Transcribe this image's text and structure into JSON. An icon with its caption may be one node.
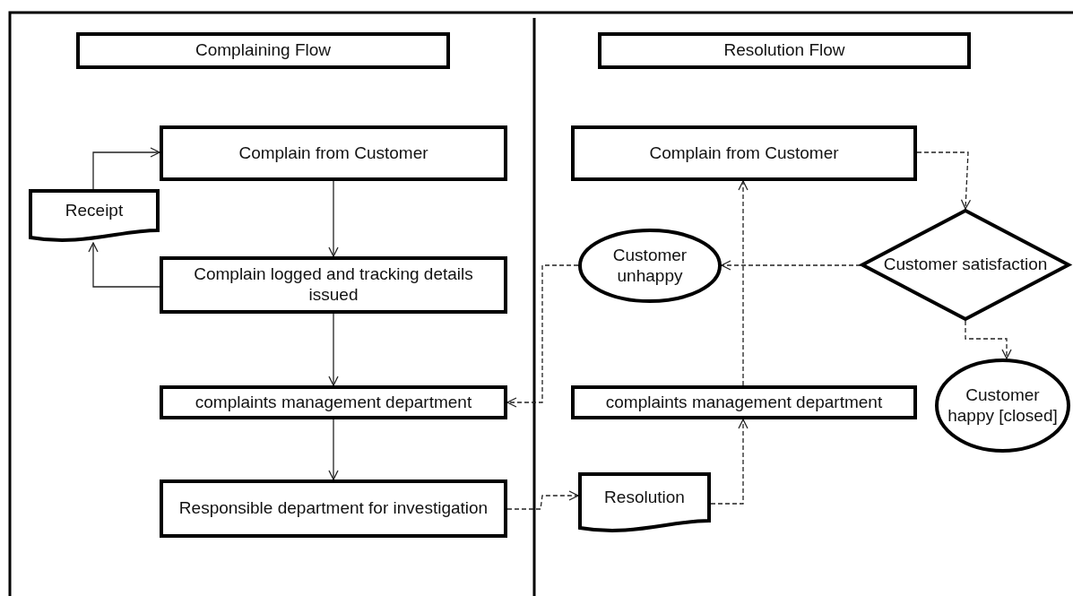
{
  "diagram": {
    "nodes": [
      {
        "text": [
          "Complaining Flow"
        ]
      },
      {
        "text": [
          "Resolution Flow"
        ]
      },
      {
        "text": [
          "Complain from  Customer"
        ]
      },
      {
        "text": [
          "Receipt"
        ]
      },
      {
        "text": [
          "Complain logged and tracking details issued"
        ]
      },
      {
        "text": [
          "complaints management  department"
        ]
      },
      {
        "text": [
          "Responsible department for investigation"
        ]
      },
      {
        "text": [
          "Complain from  Customer"
        ]
      },
      {
        "text": [
          "Customer unhappy"
        ]
      },
      {
        "text": [
          "Customer satisfaction"
        ]
      },
      {
        "text": [
          "complaints management  department"
        ]
      },
      {
        "text": [
          "Customer happy [closed]"
        ]
      },
      {
        "text": [
          "Resolution"
        ]
      }
    ],
    "edges": [
      {
        "from": 2,
        "to": 4,
        "arrow": "to"
      },
      {
        "from": 4,
        "to": 3,
        "arrow": "to"
      },
      {
        "from": 3,
        "to": 2,
        "arrow": "to"
      },
      {
        "from": 4,
        "to": 5,
        "arrow": "to"
      },
      {
        "from": 5,
        "to": 6,
        "arrow": "to"
      },
      {
        "from": 6,
        "to": 12,
        "arrow": "to",
        "style": "dashed"
      },
      {
        "from": 12,
        "to": 10,
        "arrow": "to",
        "style": "dashed"
      },
      {
        "from": 10,
        "to": 7,
        "arrow": "to",
        "style": "dashed"
      },
      {
        "from": 7,
        "to": 9,
        "arrow": "to",
        "style": "dashed"
      },
      {
        "from": 9,
        "to": 8,
        "arrow": "to",
        "style": "dashed"
      },
      {
        "from": 9,
        "to": 11,
        "arrow": "to",
        "style": "dashed"
      },
      {
        "from": 8,
        "to": 5,
        "arrow": "to",
        "style": "dashed"
      }
    ]
  }
}
